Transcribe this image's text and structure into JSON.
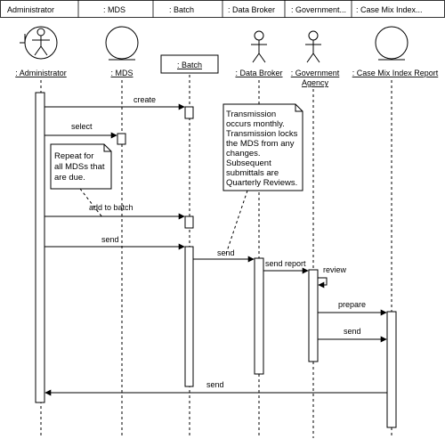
{
  "header": [
    "Administrator",
    ": MDS",
    ": Batch",
    ": Data Broker",
    ": Government...",
    ": Case Mix Index..."
  ],
  "lifelines": {
    "admin": ": Administrator",
    "mds": ": MDS",
    "batch": ": Batch",
    "broker": ": Data Broker",
    "gov1": ": Government",
    "gov2": "Agency",
    "cmi": ": Case Mix Index Report"
  },
  "messages": {
    "create": "create",
    "select": "select",
    "add_to_batch": "add to batch",
    "send1": "send",
    "send2": "send",
    "send_report": "send report",
    "review": "review",
    "prepare": "prepare",
    "send3": "send",
    "send4": "send"
  },
  "notes": {
    "repeat": [
      "Repeat for",
      "all MDSs that",
      "are due."
    ],
    "transmission": [
      "Transmission",
      "occurs monthly.",
      "Transmission locks",
      "the MDS from any",
      "changes.",
      "Subsequent",
      "submittals are",
      "Quarterly Reviews."
    ]
  }
}
